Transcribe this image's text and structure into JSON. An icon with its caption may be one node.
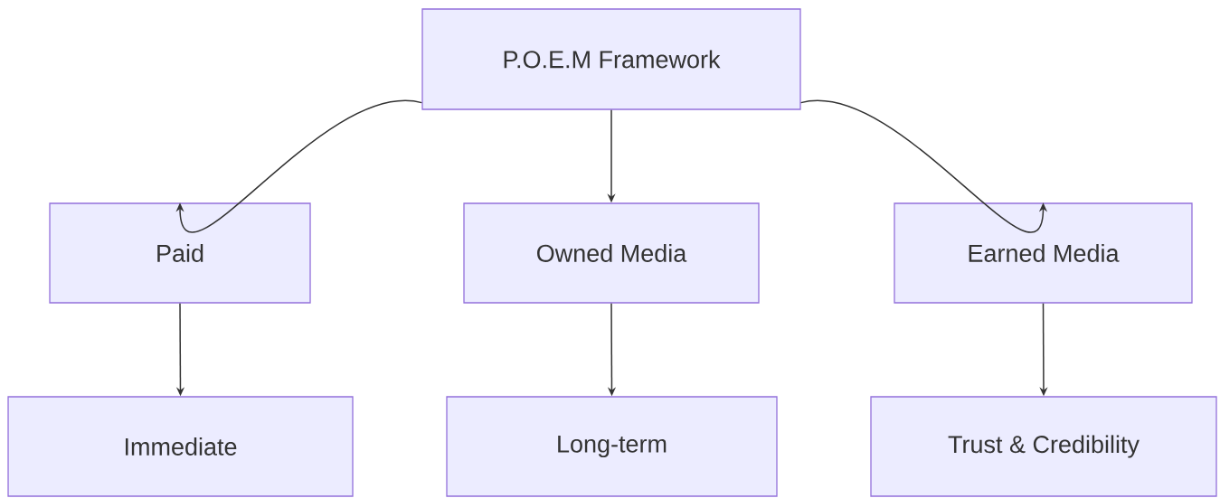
{
  "diagram": {
    "nodes": [
      {
        "text": [
          "P.O.E.M Framework"
        ]
      },
      {
        "text": [
          "Paid"
        ]
      },
      {
        "text": [
          "Owned Media"
        ]
      },
      {
        "text": [
          "Earned Media"
        ]
      },
      {
        "text": [
          "Immediate"
        ]
      },
      {
        "text": [
          "Long-term"
        ]
      },
      {
        "text": [
          "Trust & Credibility"
        ]
      }
    ],
    "edges": [
      {
        "from": 0,
        "to": 1,
        "arrow": "to"
      },
      {
        "from": 0,
        "to": 2,
        "arrow": "to"
      },
      {
        "from": 0,
        "to": 3,
        "arrow": "to"
      },
      {
        "from": 1,
        "to": 4,
        "arrow": "to"
      },
      {
        "from": 2,
        "to": 5,
        "arrow": "to"
      },
      {
        "from": 3,
        "to": 6,
        "arrow": "to"
      }
    ]
  }
}
